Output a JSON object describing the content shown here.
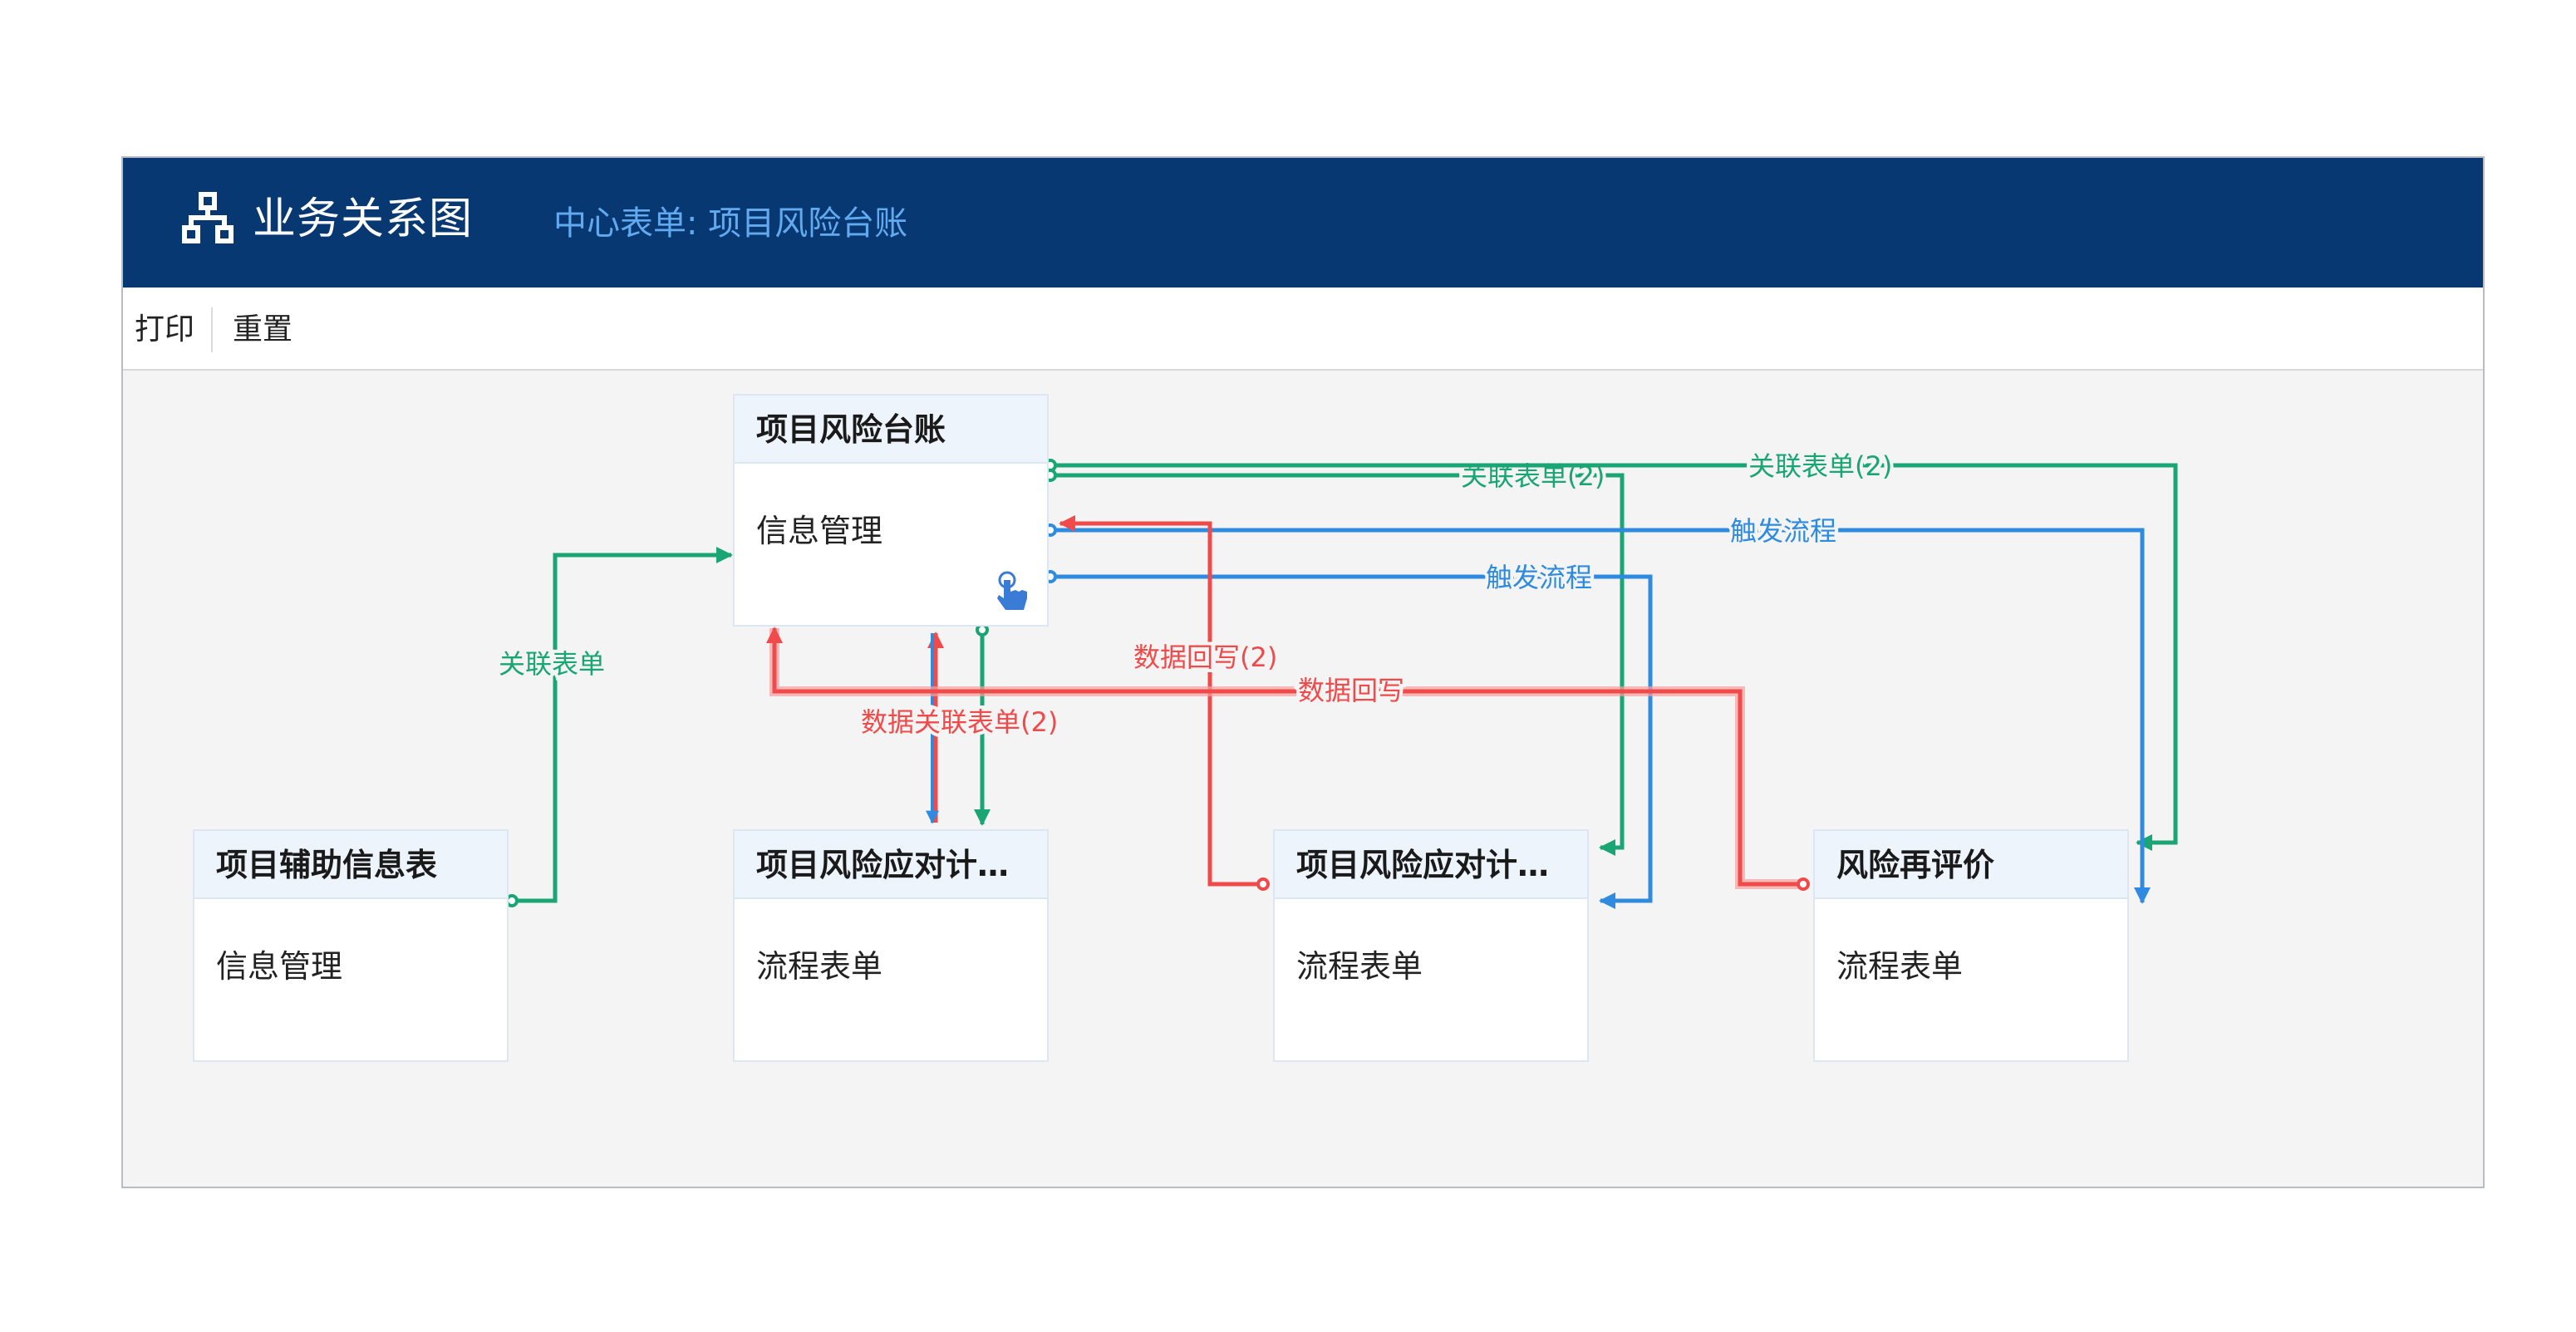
{
  "header": {
    "title": "业务关系图",
    "subtitle": "中心表单: 项目风险台账",
    "icon": "sitemap-icon"
  },
  "toolbar": {
    "print_label": "打印",
    "reset_label": "重置"
  },
  "nodes": {
    "center": {
      "title": "项目风险台账",
      "body": "信息管理",
      "icon": "touch-hand-icon"
    },
    "aux": {
      "title": "项目辅助信息表",
      "body": "信息管理"
    },
    "plan1": {
      "title": "项目风险应对计划表",
      "body": "流程表单"
    },
    "plan2": {
      "title": "项目风险应对计划表",
      "body": "流程表单"
    },
    "reeval": {
      "title": "风险再评价",
      "body": "流程表单"
    }
  },
  "edge_labels": {
    "aux_link": "关联表单",
    "data_link": "数据关联表单(2)",
    "writeback2": "数据回写(2)",
    "writeback": "数据回写",
    "link2_a": "关联表单(2)",
    "link2_b": "关联表单(2)",
    "trigger_a": "触发流程",
    "trigger_b": "触发流程"
  },
  "colors": {
    "link": "#1aa574",
    "trigger": "#2f8be0",
    "writeback": "#f04a4a",
    "header_bg": "#073872",
    "subtitle": "#62aaf0"
  }
}
